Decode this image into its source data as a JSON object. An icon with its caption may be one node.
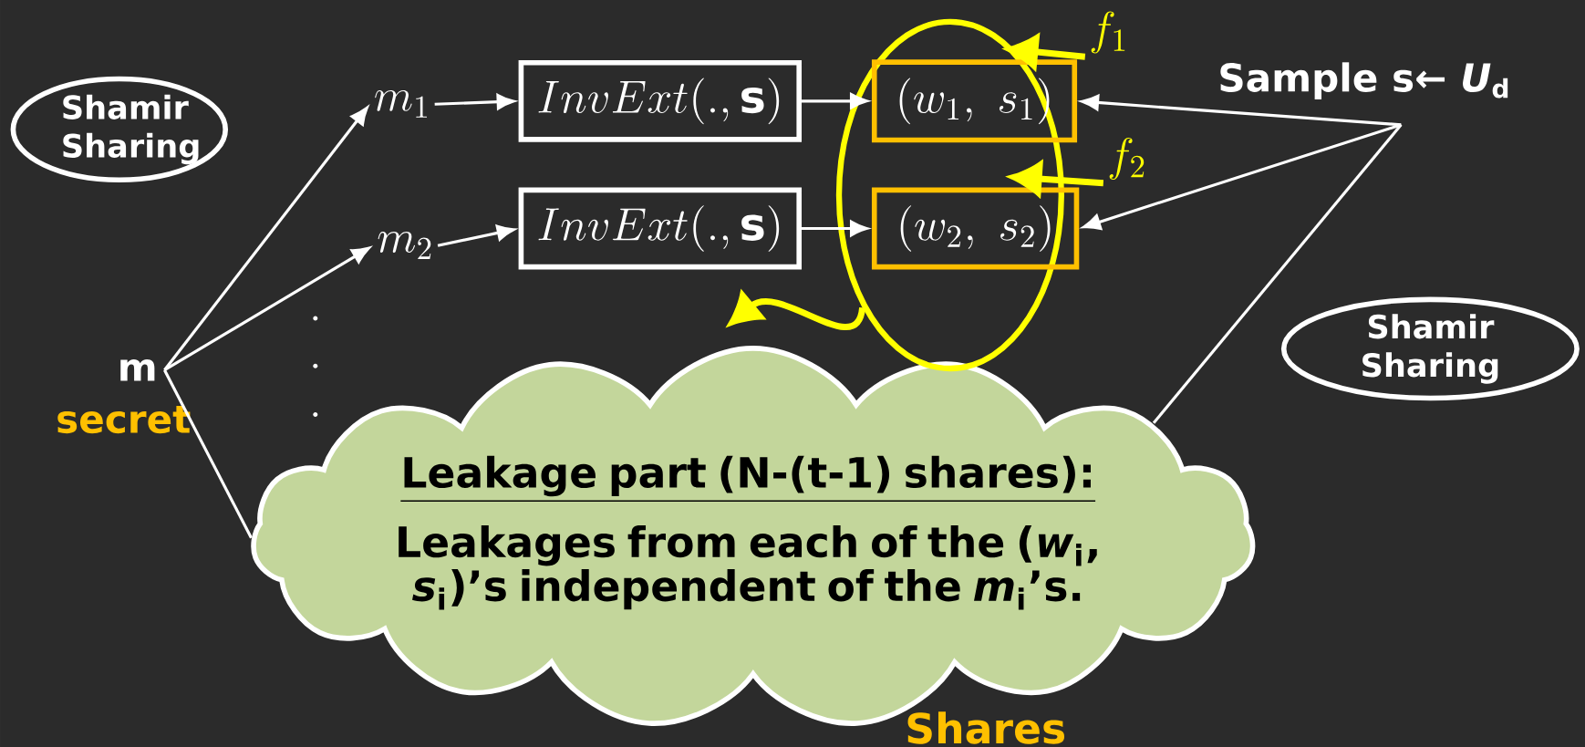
{
  "diagram": {
    "nodes": [
      {
        "text": [
          "Shamir Sharing"
        ]
      },
      {
        "text": [
          "m_1"
        ]
      },
      {
        "text": [
          "m_2"
        ]
      },
      {
        "text": [
          "m"
        ],
        "beside": [
          "secret"
        ]
      },
      {
        "text": [
          "InvExt(.,\\mathbf{s})"
        ]
      },
      {
        "text": [
          "InvExt(.,\\mathbf{s})"
        ]
      },
      {
        "text": [],
        "shape": "ellipse"
      },
      {
        "text": [
          "(w_1,\\ s_1)"
        ],
        "in": 6
      },
      {
        "text": [
          "(w_2,\\ s_2)"
        ],
        "in": 6
      },
      {
        "text": [
          "f_1"
        ]
      },
      {
        "text": [
          "f_2"
        ]
      },
      {
        "text": [
          "Sample s← *U*$_{d}$"
        ]
      },
      {
        "text": [
          "Shamir Sharing"
        ]
      },
      {
        "text": [
          "Leakage part (N-(t-1) shares):",
          "Leakages from each of the (*w*$_{i}$, *s*$_{i}$)’s independent of the *m*$_{i}$’s."
        ]
      }
    ],
    "edges": [
      {
        "from": 3,
        "to": 1,
        "arrow": "to"
      },
      {
        "from": 3,
        "to": 2,
        "arrow": "to"
      },
      {
        "from": 3,
        "to": 13,
        "arrow": "none"
      },
      {
        "from": 1,
        "to": 4,
        "arrow": "to"
      },
      {
        "from": 2,
        "to": 5,
        "arrow": "to"
      },
      {
        "from": 4,
        "to": 7,
        "arrow": "to"
      },
      {
        "from": 5,
        "to": 8,
        "arrow": "to"
      },
      {
        "from": 11,
        "to": 7,
        "arrow": "to"
      },
      {
        "from": 11,
        "to": 8,
        "arrow": "to"
      },
      {
        "from": 11,
        "to": 13,
        "arrow": "none"
      },
      {
        "from": 9,
        "to": 7,
        "arrow": "to",
        "style": "thick",
        "color": "#ffff00"
      },
      {
        "from": 10,
        "to": 8,
        "arrow": "to",
        "style": "thick",
        "color": "#ffff00"
      },
      {
        "from": 6,
        "to": 13,
        "arrow": "to",
        "style": "thick",
        "color": "#ffff00"
      }
    ],
    "labels": [
      "Shares"
    ]
  }
}
